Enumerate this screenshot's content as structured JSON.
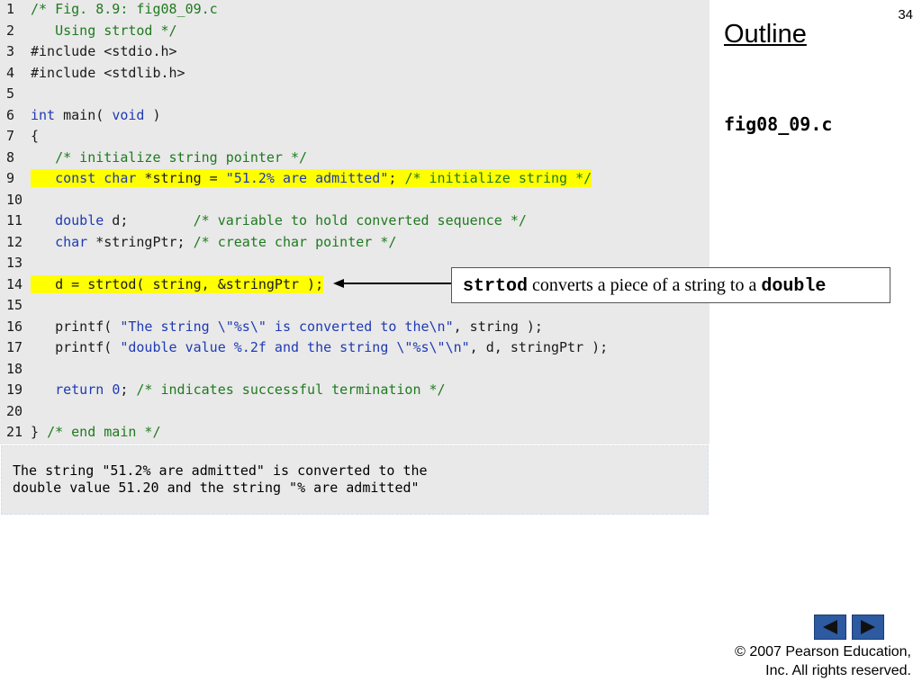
{
  "slide_number": "34",
  "outline_title": "Outline",
  "file_label": "fig08_09.c",
  "code_lines": [
    {
      "no": "1",
      "parts": [
        {
          "t": "/* Fig. 8.9: fig08_09.c",
          "c": "cm"
        }
      ]
    },
    {
      "no": "2",
      "parts": [
        {
          "t": "   Using strtod */",
          "c": "cm"
        }
      ]
    },
    {
      "no": "3",
      "parts": [
        {
          "t": "#include <stdio.h>",
          "c": ""
        }
      ]
    },
    {
      "no": "4",
      "parts": [
        {
          "t": "#include <stdlib.h>",
          "c": ""
        }
      ]
    },
    {
      "no": "5",
      "parts": []
    },
    {
      "no": "6",
      "parts": [
        {
          "t": "int",
          "c": "kw"
        },
        {
          "t": " main( ",
          "c": ""
        },
        {
          "t": "void",
          "c": "kw"
        },
        {
          "t": " )",
          "c": ""
        }
      ]
    },
    {
      "no": "7",
      "parts": [
        {
          "t": "{",
          "c": ""
        }
      ]
    },
    {
      "no": "8",
      "parts": [
        {
          "t": "   /* initialize string pointer */",
          "c": "cm"
        }
      ]
    },
    {
      "no": "9",
      "highlight": true,
      "parts": [
        {
          "t": "   const char",
          "c": "kw"
        },
        {
          "t": " *string = ",
          "c": ""
        },
        {
          "t": "\"51.2% are admitted\"",
          "c": "st"
        },
        {
          "t": "; ",
          "c": ""
        },
        {
          "t": "/* initialize string */",
          "c": "cm"
        }
      ]
    },
    {
      "no": "10",
      "parts": []
    },
    {
      "no": "11",
      "parts": [
        {
          "t": "   double",
          "c": "kw"
        },
        {
          "t": " d;        ",
          "c": ""
        },
        {
          "t": "/* variable to hold converted sequence */",
          "c": "cm"
        }
      ]
    },
    {
      "no": "12",
      "parts": [
        {
          "t": "   char",
          "c": "kw"
        },
        {
          "t": " *stringPtr; ",
          "c": ""
        },
        {
          "t": "/* create char pointer */",
          "c": "cm"
        }
      ]
    },
    {
      "no": "13",
      "parts": []
    },
    {
      "no": "14",
      "highlight": true,
      "parts": [
        {
          "t": "   d = strtod( string, &stringPtr );",
          "c": ""
        }
      ]
    },
    {
      "no": "15",
      "parts": []
    },
    {
      "no": "16",
      "parts": [
        {
          "t": "   printf( ",
          "c": ""
        },
        {
          "t": "\"The string \\\"%s\\\" is converted to the\\n\"",
          "c": "st"
        },
        {
          "t": ", string );",
          "c": ""
        }
      ]
    },
    {
      "no": "17",
      "parts": [
        {
          "t": "   printf( ",
          "c": ""
        },
        {
          "t": "\"double value %.2f and the string \\\"%s\\\"\\n\"",
          "c": "st"
        },
        {
          "t": ", d, stringPtr );",
          "c": ""
        }
      ]
    },
    {
      "no": "18",
      "parts": []
    },
    {
      "no": "19",
      "parts": [
        {
          "t": "   return",
          "c": "kw"
        },
        {
          "t": " ",
          "c": ""
        },
        {
          "t": "0",
          "c": "nm"
        },
        {
          "t": "; ",
          "c": ""
        },
        {
          "t": "/* indicates successful termination */",
          "c": "cm"
        }
      ]
    },
    {
      "no": "20",
      "parts": []
    },
    {
      "no": "21",
      "parts": [
        {
          "t": "} ",
          "c": ""
        },
        {
          "t": "/* end main */",
          "c": "cm"
        }
      ]
    }
  ],
  "output": {
    "line1": "The string \"51.2% are admitted\" is converted to the",
    "line2": "double value 51.20 and the string \"% are admitted\""
  },
  "callout": {
    "mono1": "strtod",
    "text": " converts a piece of a string to a ",
    "mono2": "double"
  },
  "nav": {
    "prev_icon": "triangle-left-icon",
    "next_icon": "triangle-right-icon",
    "color": "#2d5aa0"
  },
  "copyright": {
    "line1": "© 2007 Pearson Education,",
    "line2": "Inc.  All rights reserved."
  }
}
